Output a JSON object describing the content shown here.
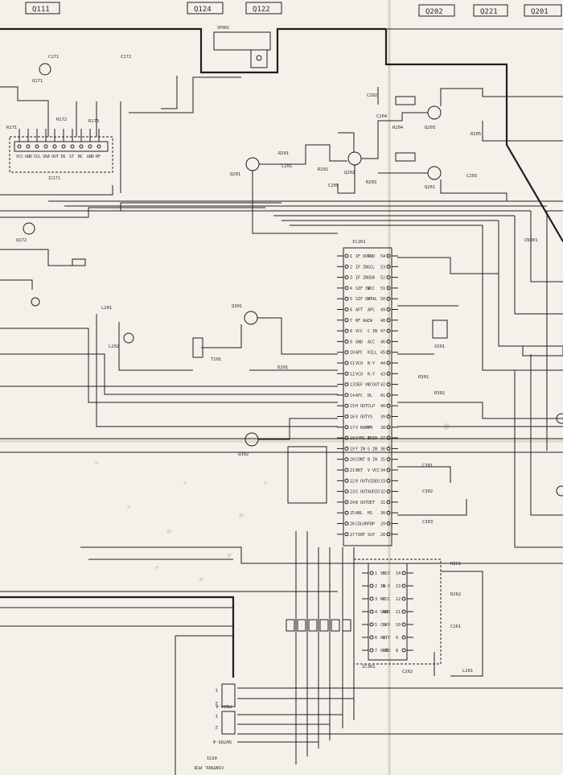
{
  "page_tags": [
    {
      "text": "Q111"
    },
    {
      "text": "Q124"
    },
    {
      "text": "Q122"
    },
    {
      "text": "Q202"
    },
    {
      "text": "Q221"
    },
    {
      "text": "Q201"
    }
  ],
  "ic_main": {
    "ref": "IC201",
    "left_pins": [
      {
        "n": "1",
        "name": "IF OUT"
      },
      {
        "n": "2",
        "name": "IF IN"
      },
      {
        "n": "3",
        "name": "IF IN"
      },
      {
        "n": "4",
        "name": "SIF IN"
      },
      {
        "n": "5",
        "name": "SIF OUT"
      },
      {
        "n": "6",
        "name": "AFT"
      },
      {
        "n": "7",
        "name": "RF AGC"
      },
      {
        "n": "8",
        "name": "VCC"
      },
      {
        "n": "9",
        "name": "GND"
      },
      {
        "n": "10",
        "name": "APC"
      },
      {
        "n": "11",
        "name": "VCO"
      },
      {
        "n": "12",
        "name": "VCO"
      },
      {
        "n": "13",
        "name": "DEF VCC"
      },
      {
        "n": "14",
        "name": "AFC"
      },
      {
        "n": "15",
        "name": "H OUT"
      },
      {
        "n": "16",
        "name": "V OUT"
      },
      {
        "n": "17",
        "name": "V RAMP"
      },
      {
        "n": "18",
        "name": "SYNC IN"
      },
      {
        "n": "19",
        "name": "Y IN"
      },
      {
        "n": "20",
        "name": "CONT"
      },
      {
        "n": "21",
        "name": "BRT"
      },
      {
        "n": "22",
        "name": "R OUT"
      },
      {
        "n": "23",
        "name": "G OUT"
      },
      {
        "n": "24",
        "name": "B OUT"
      },
      {
        "n": "25",
        "name": "ABL"
      },
      {
        "n": "26",
        "name": "COLOR"
      },
      {
        "n": "27",
        "name": "TINT"
      }
    ],
    "right_pins": [
      {
        "n": "54",
        "name": "GND"
      },
      {
        "n": "53",
        "name": "SCL"
      },
      {
        "n": "52",
        "name": "SDA"
      },
      {
        "n": "51",
        "name": "VCC"
      },
      {
        "n": "50",
        "name": "XTAL"
      },
      {
        "n": "49",
        "name": "APC"
      },
      {
        "n": "48",
        "name": "CW"
      },
      {
        "n": "47",
        "name": "C IN"
      },
      {
        "n": "46",
        "name": "ACC"
      },
      {
        "n": "45",
        "name": "KILL"
      },
      {
        "n": "44",
        "name": "B-Y"
      },
      {
        "n": "43",
        "name": "R-Y"
      },
      {
        "n": "42",
        "name": "Y OUT"
      },
      {
        "n": "41",
        "name": "DL"
      },
      {
        "n": "40",
        "name": "CLP"
      },
      {
        "n": "39",
        "name": "YS"
      },
      {
        "n": "38",
        "name": "YM"
      },
      {
        "n": "37",
        "name": "R IN"
      },
      {
        "n": "36",
        "name": "G IN"
      },
      {
        "n": "35",
        "name": "B IN"
      },
      {
        "n": "34",
        "name": "V VCC"
      },
      {
        "n": "33",
        "name": "VIDEO"
      },
      {
        "n": "32",
        "name": "AUDIO"
      },
      {
        "n": "31",
        "name": "DET"
      },
      {
        "n": "30",
        "name": "HS"
      },
      {
        "n": "29",
        "name": "FBP"
      },
      {
        "n": "28",
        "name": "SCP"
      }
    ]
  },
  "ic_delay": {
    "ref": "IC301",
    "left_pins": [
      {
        "n": "1",
        "name": "VCC"
      },
      {
        "n": "2",
        "name": "IN"
      },
      {
        "n": "3",
        "name": "NC"
      },
      {
        "n": "4",
        "name": "GND"
      },
      {
        "n": "5",
        "name": "CLK"
      },
      {
        "n": "6",
        "name": "OUT"
      },
      {
        "n": "7",
        "name": "OUT"
      }
    ],
    "right_pins": [
      {
        "n": "14",
        "name": "B-Y"
      },
      {
        "n": "13",
        "name": "R-Y"
      },
      {
        "n": "12",
        "name": "VCC"
      },
      {
        "n": "11",
        "name": "GND"
      },
      {
        "n": "10",
        "name": "B-Y"
      },
      {
        "n": "9",
        "name": "R-Y"
      },
      {
        "n": "8",
        "name": "GND"
      }
    ]
  },
  "ic_left": {
    "ref": "IC171",
    "pins": [
      "VCC",
      "GND",
      "SCL",
      "SDA",
      "OUT",
      "IN",
      "ST",
      "NC",
      "GND",
      "RF"
    ]
  },
  "transistors": [
    {
      "ref": "Q171"
    },
    {
      "ref": "Q172"
    },
    {
      "ref": "Q201"
    },
    {
      "ref": "Q202"
    },
    {
      "ref": "Q203"
    },
    {
      "ref": "Q261"
    },
    {
      "ref": "Q301"
    },
    {
      "ref": "Q302"
    }
  ],
  "connectors": [
    {
      "ref": "PB04-A"
    },
    {
      "ref": "SW705-A"
    },
    {
      "ref": "SP001"
    },
    {
      "ref": "CN301"
    }
  ],
  "parts": [
    {
      "ref": "R171"
    },
    {
      "ref": "R172"
    },
    {
      "ref": "R173"
    },
    {
      "ref": "C171"
    },
    {
      "ref": "C172"
    },
    {
      "ref": "R201"
    },
    {
      "ref": "R202"
    },
    {
      "ref": "R203"
    },
    {
      "ref": "R204"
    },
    {
      "ref": "R205"
    },
    {
      "ref": "C201"
    },
    {
      "ref": "C202"
    },
    {
      "ref": "C203"
    },
    {
      "ref": "C204"
    },
    {
      "ref": "C205"
    },
    {
      "ref": "L201"
    },
    {
      "ref": "L202"
    },
    {
      "ref": "X201"
    },
    {
      "ref": "T201"
    },
    {
      "ref": "D201"
    },
    {
      "ref": "R301"
    },
    {
      "ref": "R302"
    },
    {
      "ref": "C301"
    },
    {
      "ref": "C302"
    },
    {
      "ref": "C303"
    },
    {
      "ref": "R261"
    },
    {
      "ref": "R262"
    },
    {
      "ref": "C261"
    },
    {
      "ref": "C262"
    },
    {
      "ref": "L261"
    }
  ],
  "bottom_block": {
    "line1": "CONTROL PCB",
    "line2": "A331"
  }
}
